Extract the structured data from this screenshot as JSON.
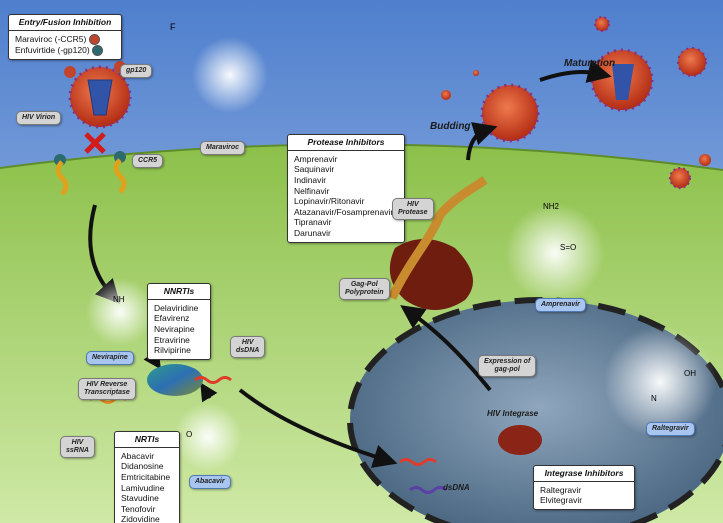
{
  "entry_box": {
    "title": "Entry/Fusion Inhibition",
    "items": [
      {
        "label": "Maraviroc  (-CCR5)",
        "color": "#c0452c"
      },
      {
        "label": "Enfuvirtide (-gp120)",
        "color": "#2b6b70"
      }
    ]
  },
  "protease_box": {
    "title": "Protease Inhibitors",
    "items": [
      "Amprenavir",
      "Saquinavir",
      "Indinavir",
      "Nelfinavir",
      "Lopinavir/Ritonavir",
      "Atazanavir/Fosamprenavir",
      "Tipranavir",
      "Darunavir"
    ]
  },
  "nnrti_box": {
    "title": "NNRTIs",
    "items": [
      "Delaviridine",
      "Efavirenz",
      "Nevirapine",
      "Etravirine",
      "Rilvipirine"
    ]
  },
  "nrti_box": {
    "title": "NRTIs",
    "items": [
      "Abacavir",
      "Didanosine",
      "Emtricitabine",
      "Lamivudine",
      "Stavudine",
      "Tenofovir",
      "Zidovidine"
    ]
  },
  "integrase_box": {
    "title": "Integrase Inhibitors",
    "items": [
      "Raltegravir",
      "Elvitegravir"
    ]
  },
  "tags": {
    "hiv_virion": "HIV Virion",
    "gp120": "gp120",
    "ccr5": "CCR5",
    "maraviroc": "Maraviroc",
    "hiv_protease_1": "HIV",
    "hiv_protease_2": "Protease",
    "gag_pol_1": "Gag-Pol",
    "gag_pol_2": "Polyprotein",
    "amprenavir": "Amprenavir",
    "nevirapine": "Nevirapine",
    "hiv_dsdna_1": "HIV",
    "hiv_dsdna_2": "dsDNA",
    "rt_1": "HIV Reverse",
    "rt_2": "Transcriptase",
    "ssrna_1": "HIV",
    "ssrna_2": "ssRNA",
    "abacavir": "Abacavir",
    "expression_1": "Expression of",
    "expression_2": "gag-pol",
    "raltegravir": "Raltegravir"
  },
  "labels": {
    "maturation": "Maturation",
    "budding": "Budding",
    "hiv_integrase": "HIV Integrase",
    "dsdna": "dsDNA"
  },
  "chem_labels": {
    "f_atom": "F",
    "nh2": "NH2",
    "oh": "OH",
    "nh": "NH",
    "o": "O",
    "n": "N",
    "s_group": "S=O"
  },
  "colors": {
    "sky": "#6e96d6",
    "cell": "#8cc04a",
    "nucleus": "#44617c",
    "virion": "#c23b1f",
    "spike": "#8a2f84"
  }
}
